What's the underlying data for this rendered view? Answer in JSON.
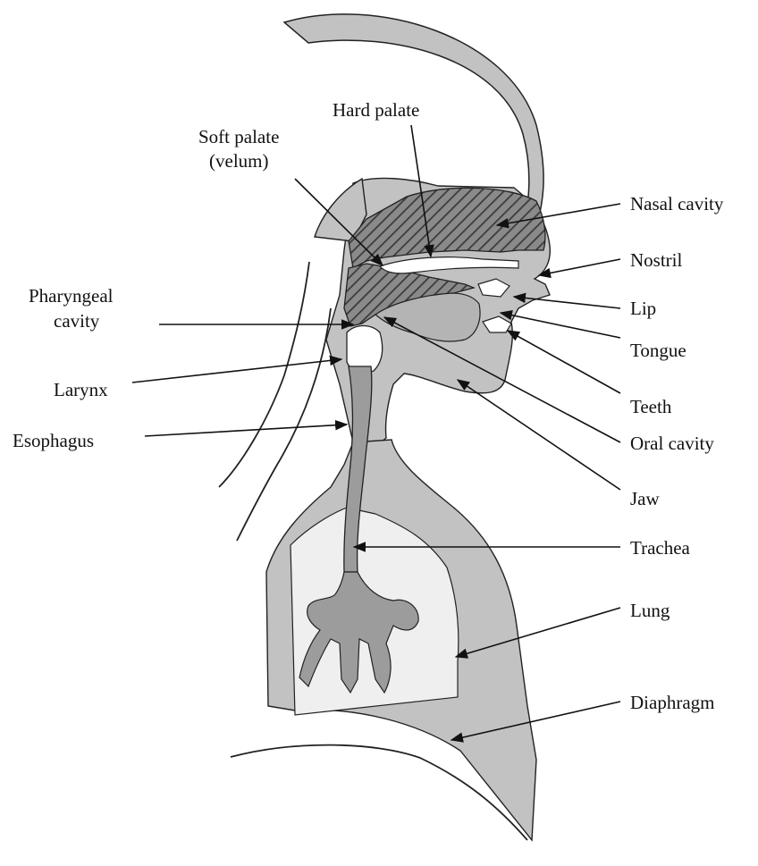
{
  "colors": {
    "tissue": "#c2c2c2",
    "airway": "#9c9c9c",
    "lung_inner": "#efefef",
    "cavity_dark": "#6e6e6e",
    "ink": "#111111",
    "background": "#ffffff"
  },
  "labels": {
    "hard_palate": "Hard palate",
    "soft_palate_1": "Soft palate",
    "soft_palate_2": "(velum)",
    "nasal_cavity": "Nasal cavity",
    "nostril": "Nostril",
    "pharyngeal_1": "Pharyngeal",
    "pharyngeal_2": "cavity",
    "lip": "Lip",
    "tongue": "Tongue",
    "larynx": "Larynx",
    "teeth": "Teeth",
    "esophagus": "Esophagus",
    "oral_cavity": "Oral cavity",
    "jaw": "Jaw",
    "trachea": "Trachea",
    "lung": "Lung",
    "diaphragm": "Diaphragm"
  }
}
